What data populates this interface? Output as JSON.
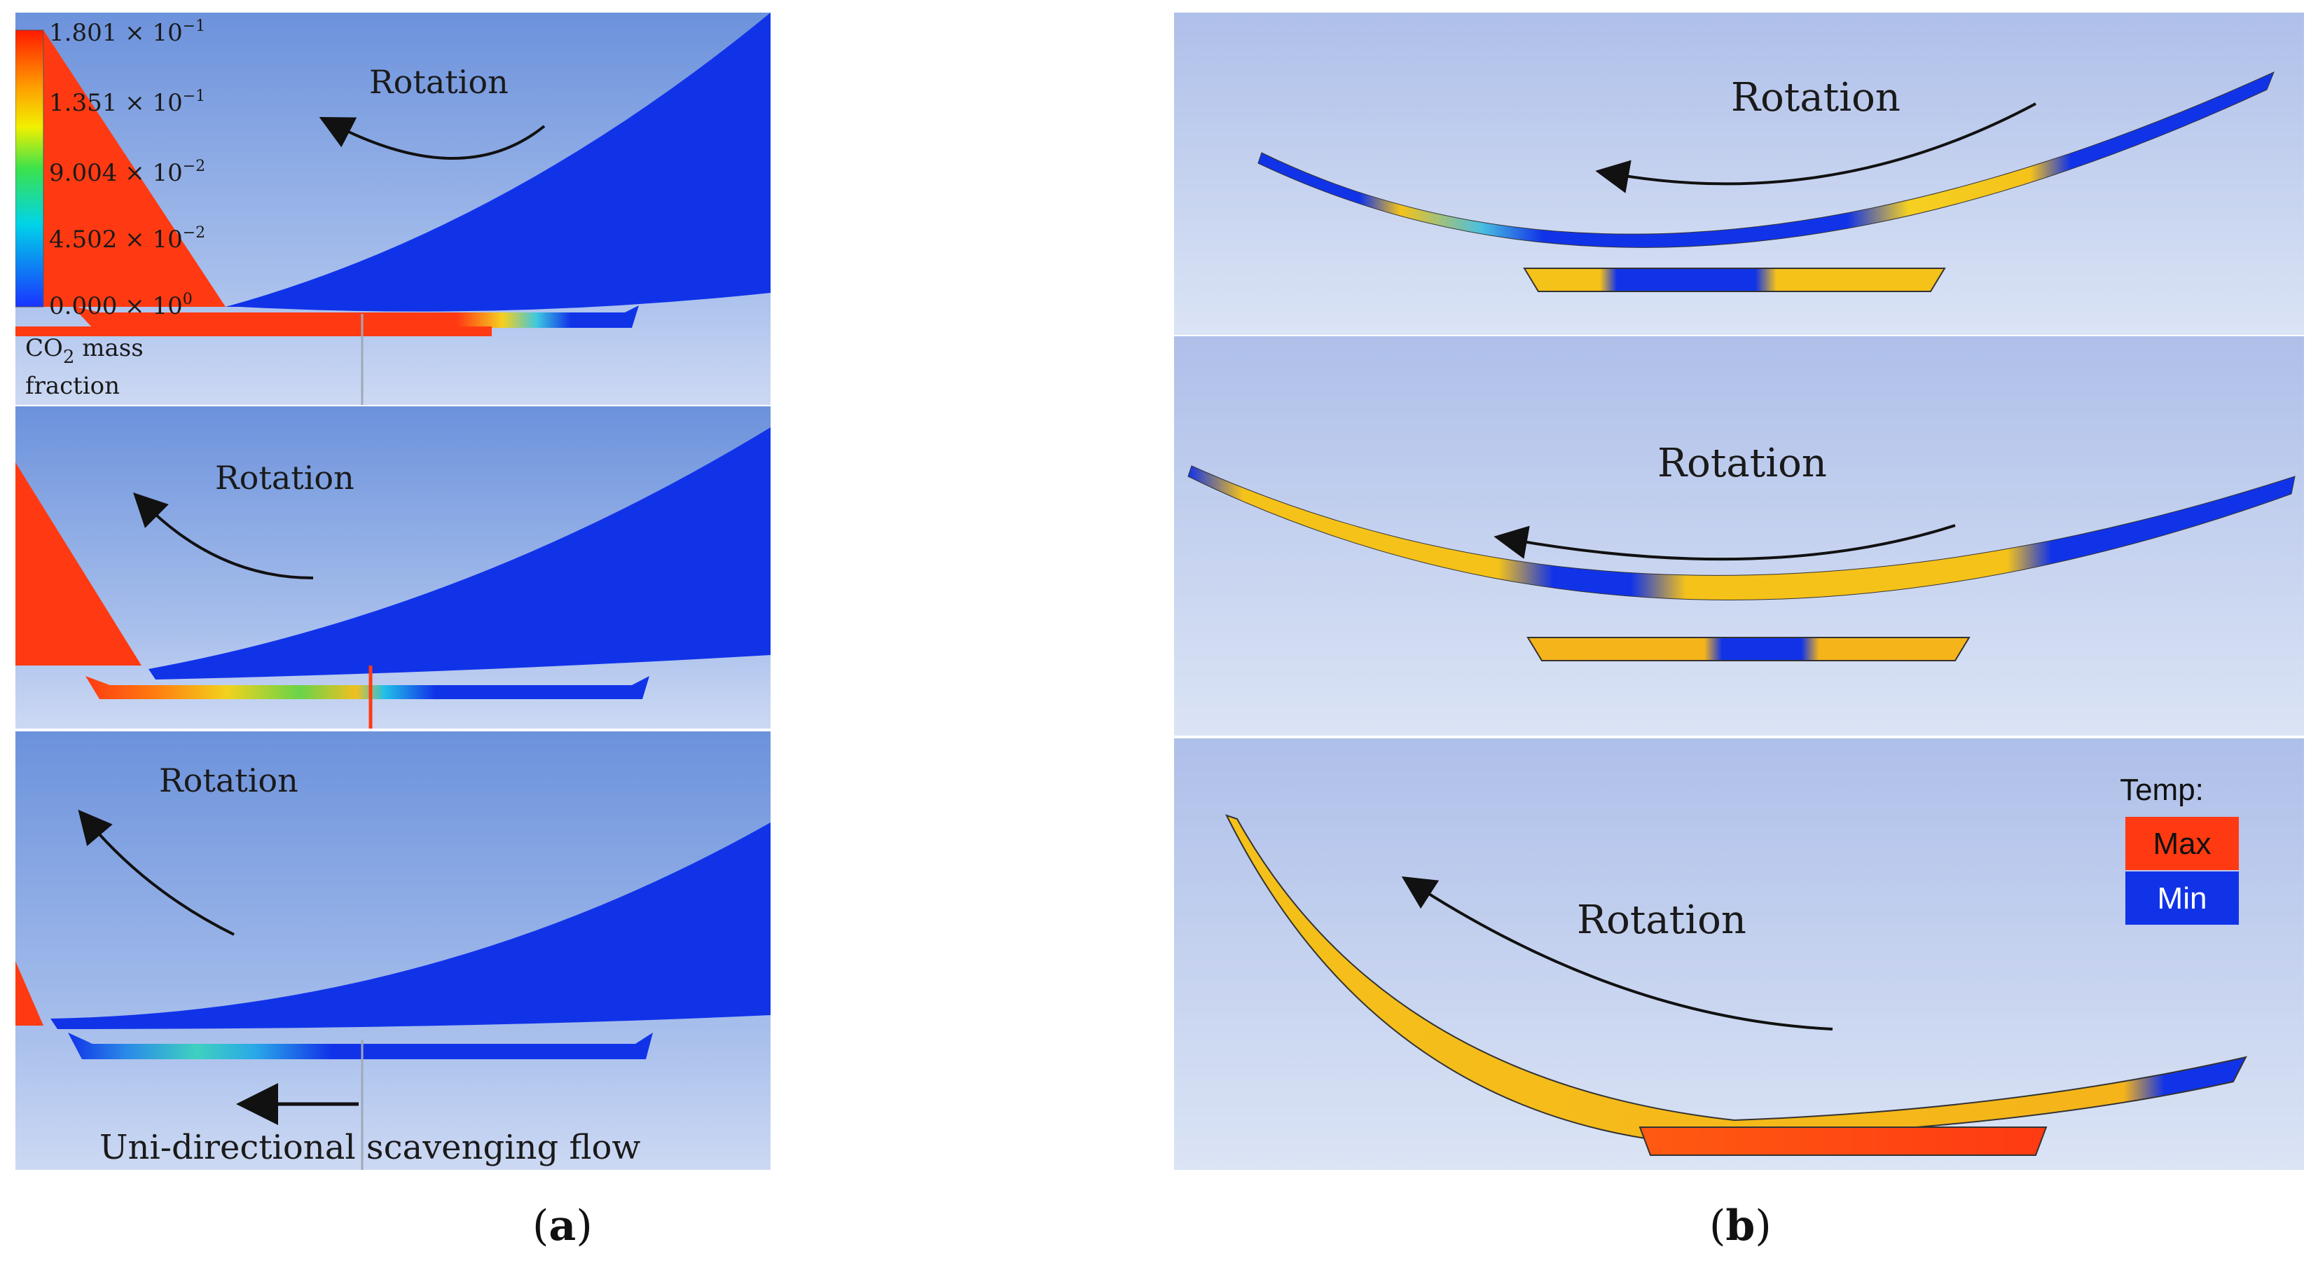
{
  "panel_a": {
    "caption_open": "(",
    "caption_letter": "a",
    "caption_close": ")",
    "legend": {
      "ticks": [
        "1.801 × 10",
        "1.351 × 10",
        "9.004 × 10",
        "4.502 × 10",
        "0.000 × 10"
      ],
      "exponents": [
        "−1",
        "−1",
        "−2",
        "−2",
        "0"
      ],
      "title_line1_pre": "CO",
      "title_line1_sub": "2",
      "title_line1_post": " mass",
      "title_line2": "fraction"
    },
    "frames": [
      {
        "rotation_label": "Rotation"
      },
      {
        "rotation_label": "Rotation"
      },
      {
        "rotation_label": "Rotation",
        "flow_label": "Uni-directional scavenging flow"
      }
    ]
  },
  "panel_b": {
    "caption_open": "(",
    "caption_letter": "b",
    "caption_close": ")",
    "frames": [
      {
        "rotation_label": "Rotation"
      },
      {
        "rotation_label": "Rotation"
      },
      {
        "rotation_label": "Rotation"
      }
    ],
    "temp_legend": {
      "title": "Temp:",
      "max": "Max",
      "min": "Min"
    }
  },
  "colors": {
    "bg_top": "#6f95dd",
    "bg_bottom": "#c9d8f2",
    "rotor_blue": "#1133e8",
    "rotor_red": "#ff3a12",
    "hot_yellow": "#f5c21a",
    "temp_max": "#ff3a12",
    "temp_min": "#1133e8"
  }
}
